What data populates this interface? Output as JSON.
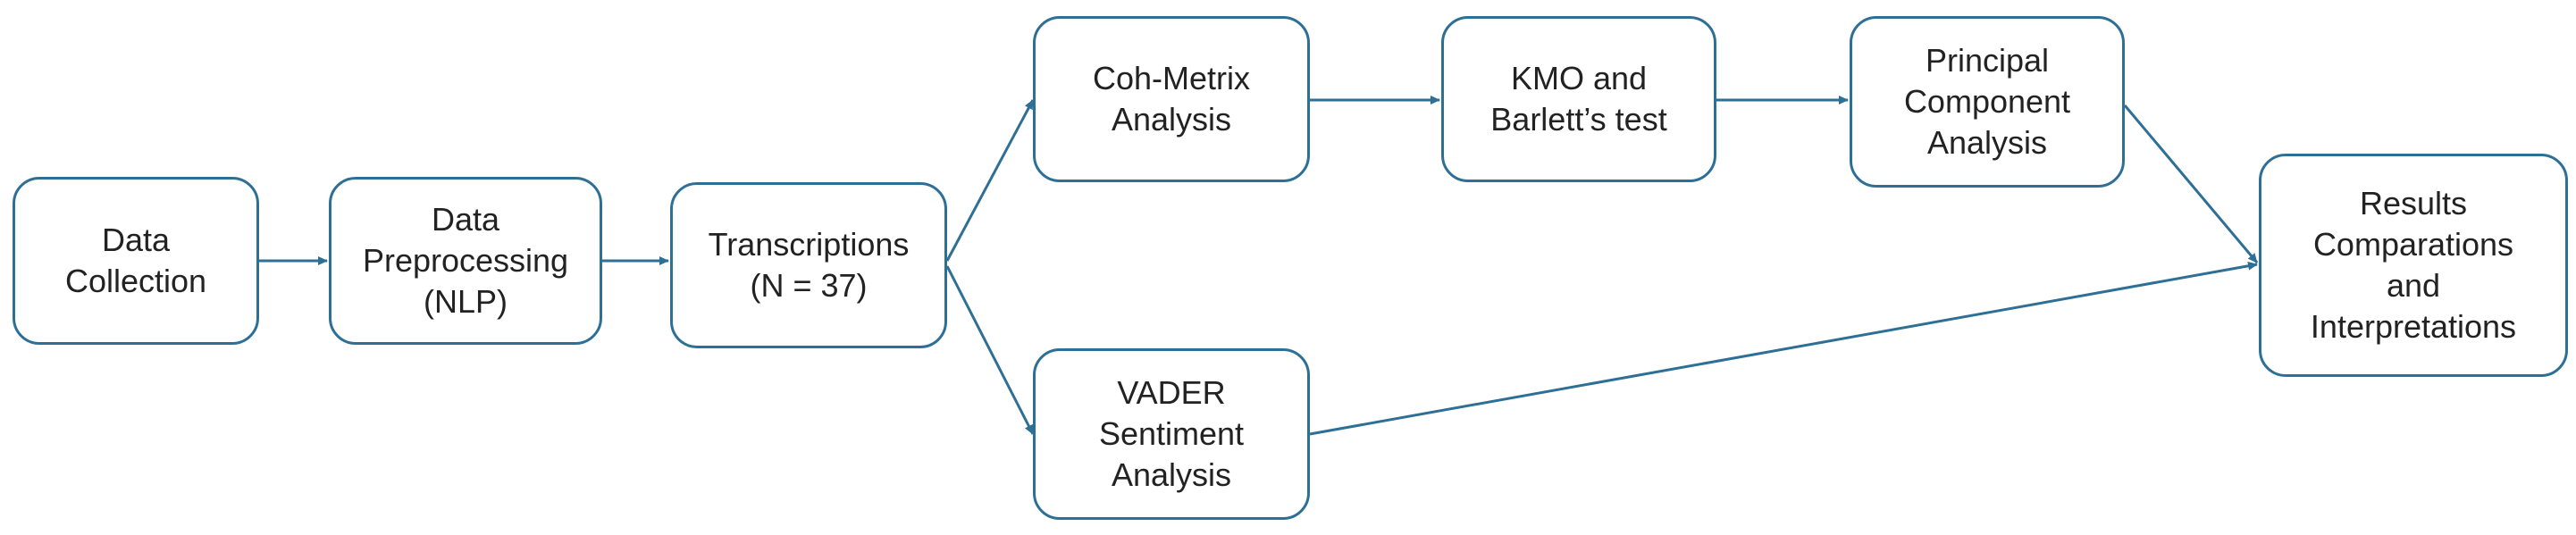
{
  "colors": {
    "node_border": "#2e6f96",
    "node_fill": "#ffffff",
    "edge": "#2e6f96",
    "text": "#222222"
  },
  "nodes": {
    "data_collection": {
      "label": "Data\nCollection"
    },
    "data_preprocessing": {
      "label": "Data\nPreprocessing\n(NLP)"
    },
    "transcriptions": {
      "label": "Transcriptions\n(N = 37)"
    },
    "coh_metrix": {
      "label": "Coh-Metrix\nAnalysis"
    },
    "kmo_barlett": {
      "label": "KMO and\nBarlett’s test"
    },
    "pca": {
      "label": "Principal\nComponent\nAnalysis"
    },
    "vader": {
      "label": "VADER\nSentiment\nAnalysis"
    },
    "results": {
      "label": "Results\nComparations\nand\nInterpretations"
    }
  },
  "edges": [
    {
      "from": "data_collection",
      "to": "data_preprocessing"
    },
    {
      "from": "data_preprocessing",
      "to": "transcriptions"
    },
    {
      "from": "transcriptions",
      "to": "coh_metrix"
    },
    {
      "from": "transcriptions",
      "to": "vader"
    },
    {
      "from": "coh_metrix",
      "to": "kmo_barlett"
    },
    {
      "from": "kmo_barlett",
      "to": "pca"
    },
    {
      "from": "pca",
      "to": "results"
    },
    {
      "from": "vader",
      "to": "results"
    }
  ]
}
